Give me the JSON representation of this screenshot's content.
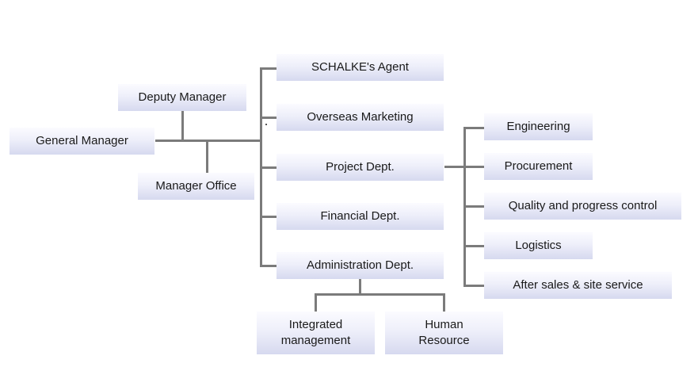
{
  "nodes": {
    "general_manager": "General Manager",
    "deputy_manager": "Deputy Manager",
    "manager_office": "Manager Office",
    "schalke_agent": "SCHALKE's Agent",
    "overseas_marketing": "Overseas Marketing",
    "project_dept": "Project Dept.",
    "financial_dept": "Financial Dept.",
    "administration_dept": "Administration Dept.",
    "engineering": "Engineering",
    "procurement": "Procurement",
    "quality_progress": "Quality and progress control",
    "logistics": "Logistics",
    "after_sales": "After sales & site service",
    "integrated_management": [
      "Integrated",
      "management"
    ],
    "human_resource": [
      "Human",
      "Resource"
    ]
  },
  "colors": {
    "line": "#7b7b7b",
    "box_top": "#fbfbff",
    "box_bottom": "#d6d9ef",
    "text": "#1a1a1a"
  }
}
